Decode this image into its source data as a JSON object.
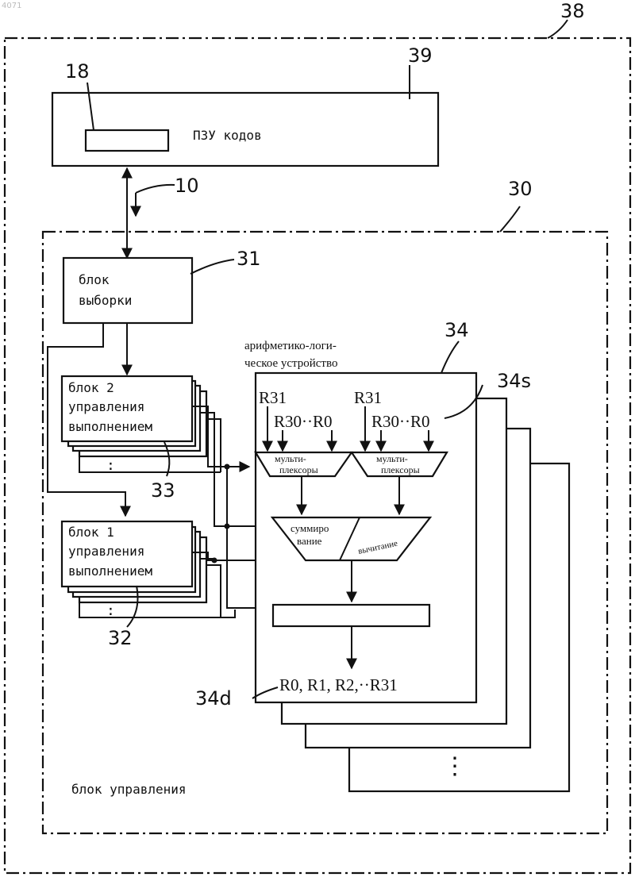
{
  "page_id": "4071",
  "labels": {
    "outer_block": "38",
    "rom_block": "39",
    "rom_slot": "18",
    "bus": "10",
    "control_block": "30",
    "fetch_block": "31",
    "alu_block": "34",
    "alu_source": "34s",
    "exec_control_2": "33",
    "exec_control_1": "32",
    "alu_dest": "34d"
  },
  "rom": {
    "text": "ПЗУ кодов"
  },
  "fetch": {
    "line1": "блок",
    "line2": "выборки"
  },
  "exec2": {
    "line1": "блок 2",
    "line2": "управления",
    "line3": "выполнением",
    "dots": ":"
  },
  "exec1": {
    "line1": "блок 1",
    "line2": "управления",
    "line3": "выполнением",
    "dots": ":"
  },
  "alu": {
    "title_line1": "арифметико-логи-",
    "title_line2": "ческое устройство",
    "left_top": "R31",
    "left_regs": "R30··R0",
    "right_top": "R31",
    "right_regs": "R30··R0",
    "mux_left_1": "мульти-",
    "mux_left_2": "плексоры",
    "mux_right_1": "мульти-",
    "mux_right_2": "плексоры",
    "sum_1": "суммиро",
    "sum_2": "вание",
    "sub": "вычитание",
    "dest_regs": "R0, R1, R2,··R31"
  },
  "control_label": "блок управления",
  "more_dots": "⋮"
}
